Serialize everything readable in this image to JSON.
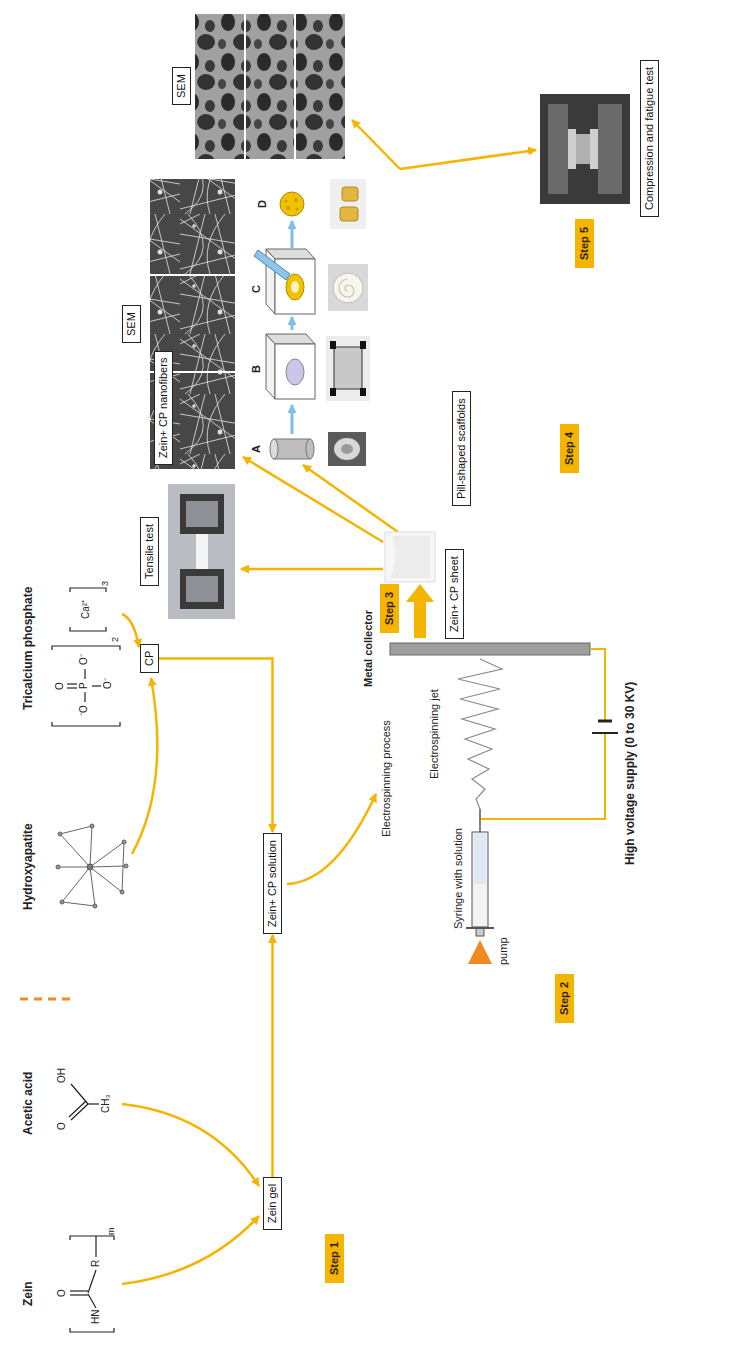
{
  "diagram": {
    "nodes": [
      {
        "text": [
          "Zein gel"
        ]
      },
      {
        "text": [
          "CP"
        ]
      },
      {
        "text": [
          "Zein+ CP solution"
        ]
      },
      {
        "text": [
          "Step 1"
        ]
      },
      {
        "text": [
          "Step 2"
        ]
      },
      {
        "text": [
          "Zein+ CP sheet"
        ]
      },
      {
        "text": [
          "Step 3"
        ]
      },
      {
        "text": [
          "Tensile test"
        ]
      },
      {
        "text": [
          "SEM"
        ]
      },
      {
        "text": [
          "Zein+ CP nanofibers"
        ]
      },
      {
        "text": [
          "Pill-shaped scaffolds"
        ]
      },
      {
        "text": [
          "Step 4"
        ]
      },
      {
        "text": [
          "SEM"
        ]
      },
      {
        "text": [
          "Compression and fatigue test"
        ]
      },
      {
        "text": [
          "Step 5"
        ]
      }
    ],
    "edges": [
      {
        "from": 0,
        "to": 2,
        "arrow": "to"
      },
      {
        "from": 1,
        "to": 2,
        "arrow": "to"
      }
    ],
    "labels": [
      "Zein",
      "Acetic acid",
      "Hydroxyapatite",
      "Tricalcium phosphate",
      "O",
      "HN",
      "R",
      "m",
      "O",
      "OH",
      "CH₃",
      "O",
      "⁻O",
      "P",
      "O⁻",
      "O⁻",
      "2",
      "Ca²⁺",
      "3",
      "Electrospinning process",
      "pump",
      "Syringe with solution",
      "Electrospinning jet",
      "Metal collector",
      "High voltage supply (0 to 30 KV)",
      "A",
      "B",
      "C",
      "D"
    ]
  }
}
